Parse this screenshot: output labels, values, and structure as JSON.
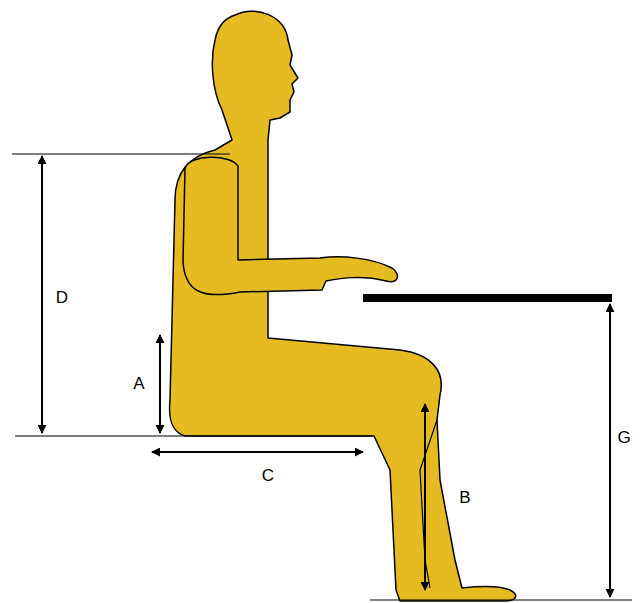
{
  "diagram": {
    "labels": [
      "D",
      "A",
      "C",
      "B",
      "G"
    ]
  }
}
